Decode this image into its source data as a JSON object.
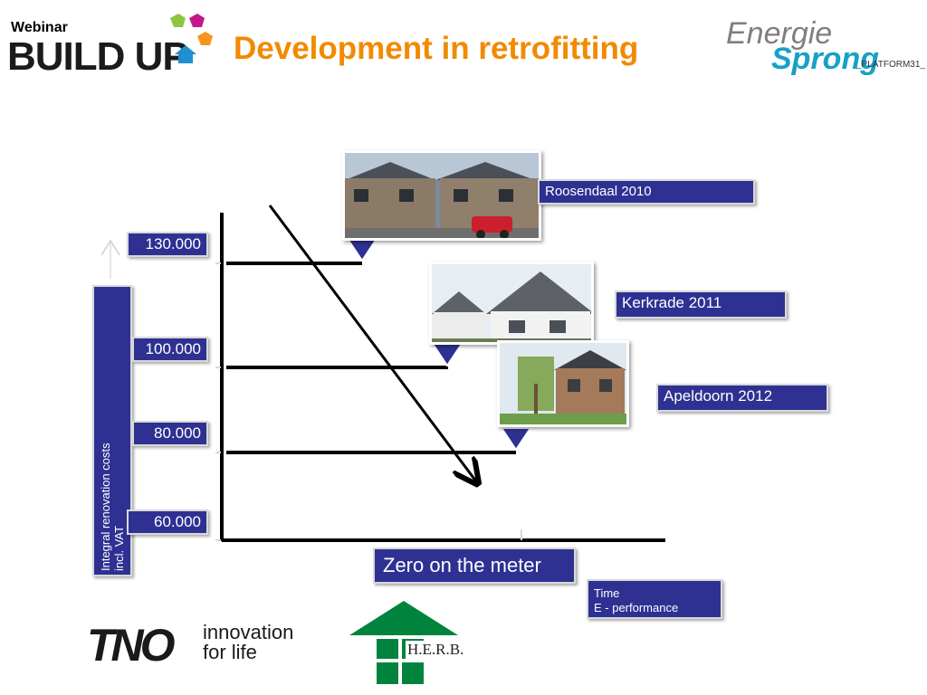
{
  "header": {
    "webinar": "Webinar",
    "buildup": "BUILD UP",
    "title": "Development in retrofitting",
    "energie": "Energie",
    "sprong": "Sprong",
    "platform": "_PLATFORM31_"
  },
  "diagram": {
    "y_axis_label_line1": "Integral renovation costs",
    "y_axis_label_line2": "incl. VAT",
    "values": [
      "130.000",
      "100.000",
      "80.000",
      "60.000"
    ],
    "projects": [
      "Roosendaal 2010",
      "Kerkrade 2011",
      "Apeldoorn 2012"
    ],
    "zero_label": "Zero on the meter",
    "x_axis_label_line1": "Time",
    "x_axis_label_line2": "E - performance",
    "colors": {
      "box": "#2e3192",
      "title": "#f28a00",
      "herb": "#00843d",
      "tno": "#1a1a1a"
    }
  },
  "footer": {
    "tno": "TNO",
    "tno_tag_line1": "innovation",
    "tno_tag_line2": "for life",
    "herb": "H.E.R.B."
  }
}
